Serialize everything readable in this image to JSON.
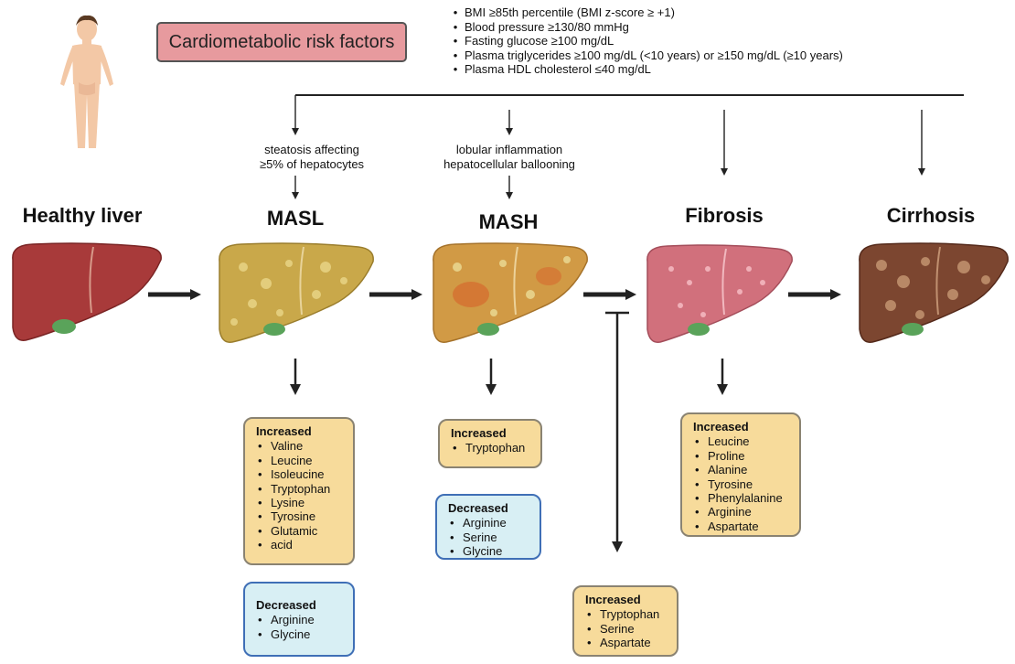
{
  "risk_title": "Cardiometabolic risk factors",
  "criteria": [
    "BMI ≥85th percentile (BMI z-score ≥ +1)",
    "Blood pressure ≥130/80 mmHg",
    "Fasting glucose ≥100 mg/dL",
    "Plasma triglycerides ≥100 mg/dL (<10 years) or ≥150 mg/dL (≥10 years)",
    "Plasma HDL cholesterol ≤40 mg/dL"
  ],
  "stages": {
    "healthy": "Healthy liver",
    "masl": "MASL",
    "mash": "MASH",
    "fibrosis": "Fibrosis",
    "cirrhosis": "Cirrhosis"
  },
  "notes": {
    "masl_line1": "steatosis affecting",
    "masl_line2": "≥5% of hepatocytes",
    "mash_line1": "lobular inflammation",
    "mash_line2": "hepatocellular ballooning"
  },
  "boxes": {
    "masl_increased": {
      "title": "Increased",
      "items": [
        "Valine",
        "Leucine",
        "Isoleucine",
        "Tryptophan",
        "Lysine",
        "Tyrosine",
        "Glutamic",
        "acid"
      ]
    },
    "masl_decreased": {
      "title": "Decreased",
      "items": [
        "Arginine",
        "Glycine"
      ]
    },
    "mash_increased": {
      "title": "Increased",
      "items": [
        "Tryptophan"
      ]
    },
    "mash_decreased": {
      "title": "Decreased",
      "items": [
        "Arginine",
        "Serine",
        "Glycine"
      ]
    },
    "fibrosis_increased": {
      "title": "Increased",
      "items": [
        "Leucine",
        "Proline",
        "Alanine",
        "Tyrosine",
        "Phenylalanine",
        "Arginine",
        "Aspartate"
      ]
    },
    "block_increased": {
      "title": "Increased",
      "items": [
        "Tryptophan",
        "Serine",
        "Aspartate"
      ]
    }
  },
  "colors": {
    "risk_box": "#e79a9e",
    "increased_box": "#f7db9b",
    "decreased_box": "#d8eff4",
    "decreased_border": "#3f6fb6",
    "healthy_liver": "#a83a3a",
    "masl_liver": "#c9a84a",
    "mash_liver": "#d19a45",
    "fibrosis_liver": "#d1707c",
    "cirrhosis_liver": "#7c4630",
    "gallbladder": "#5aa35a"
  }
}
